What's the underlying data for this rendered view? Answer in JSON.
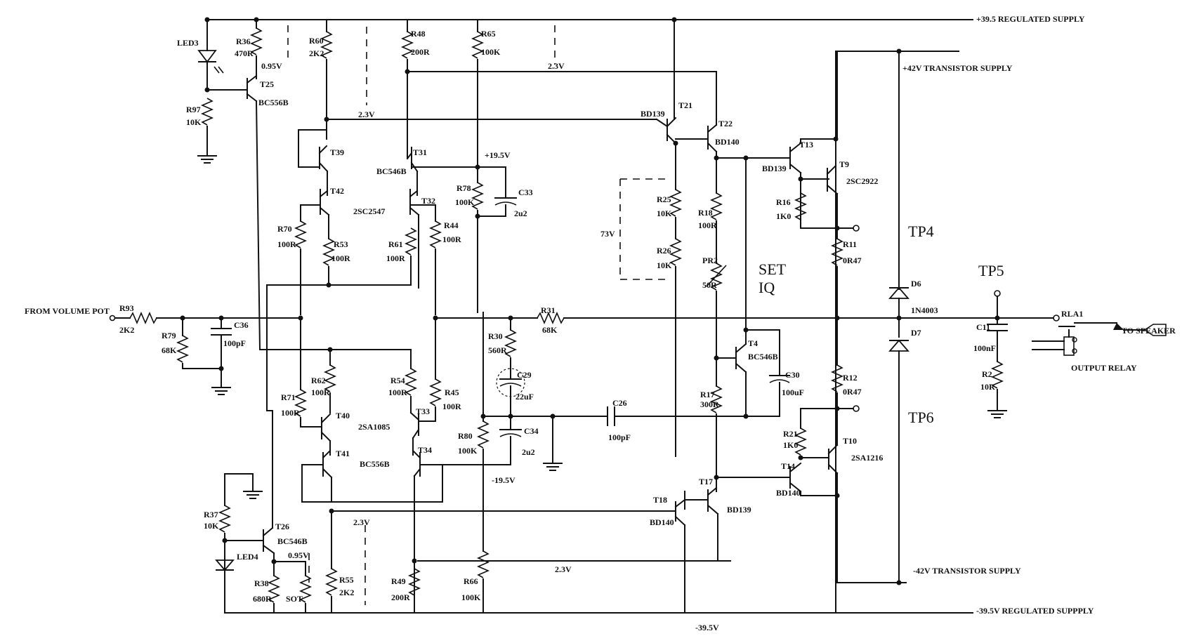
{
  "rails": {
    "pos_reg": "+39.5 REGULATED SUPPLY",
    "pos_tr": "+42V TRANSISTOR SUPPLY",
    "neg_tr": "-42V TRANSISTOR SUPPLY",
    "neg_reg": "-39.5V REGULATED SUPPPLY",
    "neg_reg_short": "-39.5V"
  },
  "volts": {
    "v095a": "0.95V",
    "v23a": "2.3V",
    "v23b": "2.3V",
    "v195p": "+19.5V",
    "v73": "73V",
    "v195n": "-19.5V",
    "v23c": "2.3V",
    "v095b": "0.95V",
    "v23d": "2.3V"
  },
  "io": {
    "input": "FROM VOLUME POT",
    "output": "TO SPEAKER",
    "relay": "OUTPUT RELAY",
    "relay_ref": "RLA1"
  },
  "parts": {
    "LED3": "LED3",
    "R36": "R36",
    "R36v": "470R",
    "T25": "T25",
    "T25t": "BC556B",
    "R97": "R97",
    "R97v": "10K",
    "R60": "R60",
    "R60v": "2K2",
    "R48": "R48",
    "R48v": "200R",
    "R65": "R65",
    "R65v": "100K",
    "T39": "T39",
    "T31": "T31",
    "T42": "T42",
    "T32": "T32",
    "BC546B": "BC546B",
    "SC2547": "2SC2547",
    "R78": "R78",
    "R78v": "100K",
    "C33": "C33",
    "C33v": "2u2",
    "R70": "R70",
    "R70v": "100R",
    "R53": "R53",
    "R53v": "100R",
    "R61": "R61",
    "R61v": "100R",
    "R44": "R44",
    "R44v": "100R",
    "R93": "R93",
    "R93v": "2K2",
    "R79": "R79",
    "R79v": "68K",
    "C36": "C36",
    "C36v": "100pF",
    "R31": "R31",
    "R31v": "68K",
    "R30": "R30",
    "R30v": "560R",
    "C29": "C29",
    "C29v": "22uF",
    "R62": "R62",
    "R62v": "100R",
    "R71": "R71",
    "R71v": "100R",
    "T40": "T40",
    "SA1085": "2SA1085",
    "R54": "R54",
    "R54v": "100R",
    "R45": "R45",
    "R45v": "100R",
    "T33": "T33",
    "T41": "T41",
    "BC556B": "BC556B",
    "T34": "T34",
    "R80": "R80",
    "R80v": "100K",
    "C34": "C34",
    "C34v": "2u2",
    "C26": "C26",
    "C26v": "100pF",
    "R37": "R37",
    "R37v": "10K",
    "T26": "T26",
    "T26t": "BC546B",
    "LED4": "LED4",
    "R38": "R38",
    "R38v": "680R",
    "SOT": "SOT",
    "R55": "R55",
    "R55v": "2K2",
    "R49": "R49",
    "R49v": "200R",
    "R66": "R66",
    "R66v": "100K",
    "BD139a": "BD139",
    "T21": "T21",
    "T22": "T22",
    "BD140a": "BD140",
    "R25": "R25",
    "R25v": "10K",
    "R26": "R26",
    "R26v": "10K",
    "R18": "R18",
    "R18v": "100R",
    "PR2": "PR2",
    "PR2v": "50R",
    "T4": "T4",
    "T4t": "BC546B",
    "C30": "C30",
    "C30v": "100uF",
    "R17": "R17",
    "R17v": "300R",
    "T17": "T17",
    "T18": "T18",
    "BD139b": "BD139",
    "BD140b": "BD140",
    "T13": "T13",
    "BD139c": "BD139",
    "T9": "T9",
    "SC2922": "2SC2922",
    "R16": "R16",
    "R16v": "1K0",
    "R11": "R11",
    "R11v": "0R47",
    "R12": "R12",
    "R12v": "0R47",
    "R21": "R21",
    "R21v": "1K0",
    "T14": "T14",
    "BD140c": "BD140",
    "T10": "T10",
    "SA1216": "2SA1216",
    "D6": "D6",
    "D6t": "1N4003",
    "D7": "D7",
    "C11": "C11",
    "C11v": "100nF",
    "R2": "R2",
    "R2v": "10R"
  },
  "big": {
    "tp4": "TP4",
    "tp5": "TP5",
    "tp6": "TP6",
    "set": "SET",
    "iq": "IQ"
  }
}
